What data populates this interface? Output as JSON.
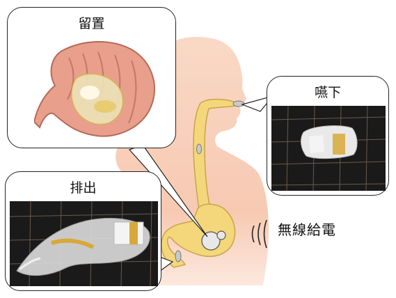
{
  "callouts": {
    "retention": {
      "title": "留置",
      "icon": "stomach-illustration"
    },
    "swallow": {
      "title": "嚥下",
      "icon": "capsule-photo"
    },
    "excretion": {
      "title": "排出",
      "icon": "expanded-device-photo"
    }
  },
  "wireless_power_label": "無線給電",
  "colors": {
    "body_skin": "#f7cdb7",
    "digestive_tract": "#f3d77a",
    "tract_outline": "#c9a44a",
    "photo_background": "#1a1a1a",
    "grid_line": "#6b5a49",
    "stomach_pink": "#e8a08c"
  }
}
